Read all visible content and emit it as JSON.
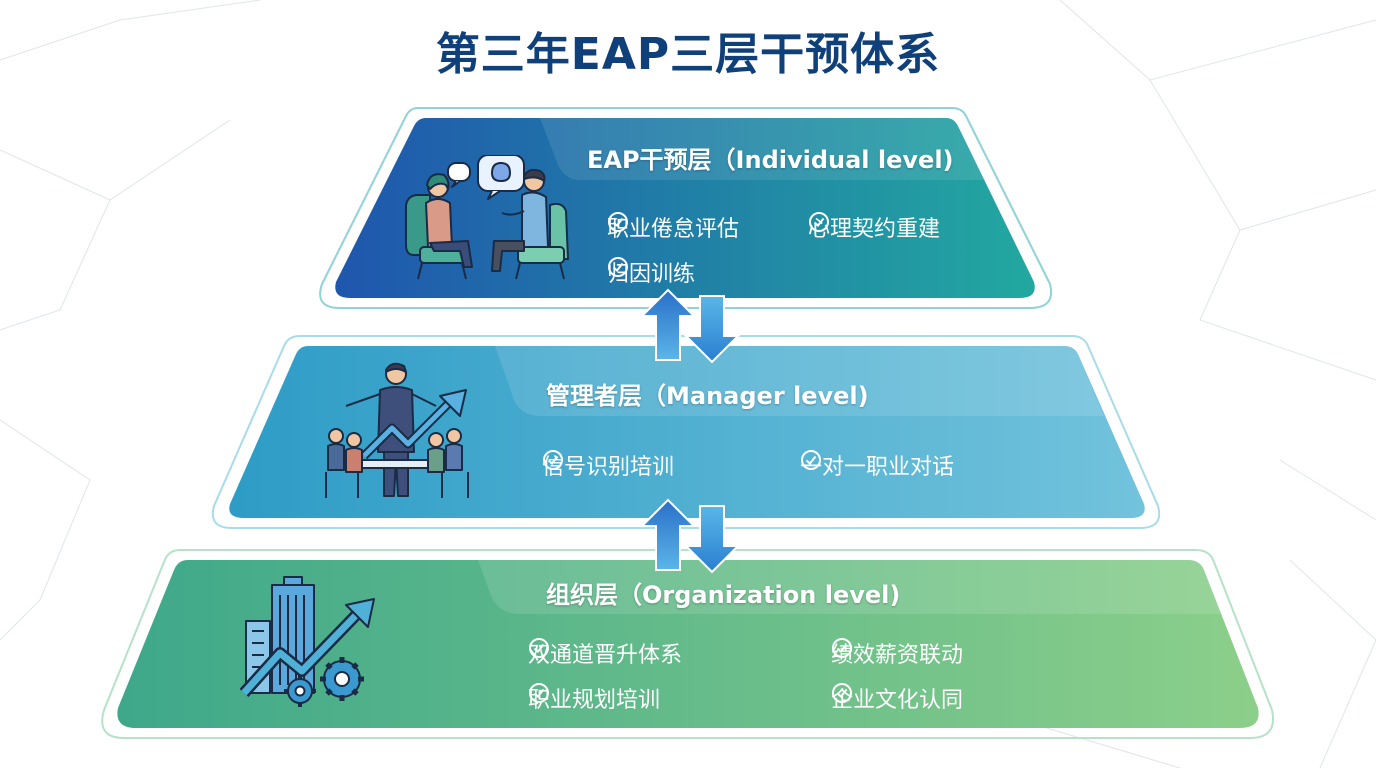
{
  "title": "第三年EAP三层干预体系",
  "layers": [
    {
      "title": "EAP干预层（Individual level)",
      "items": [
        "职业倦怠评估",
        "心理契约重建",
        "归因训练"
      ],
      "icon": "counseling-icon"
    },
    {
      "title": "管理者层（Manager level)",
      "items": [
        "信号识别培训",
        "一对一职业对话"
      ],
      "icon": "manager-meeting-icon"
    },
    {
      "title": "组织层（Organization level)",
      "items": [
        "双通道晋升体系",
        "绩效薪资联动",
        "职业规划培训",
        "企业文化认同"
      ],
      "icon": "organization-growth-icon"
    }
  ],
  "colors": {
    "title": "#10407a",
    "top_start": "#1f56ad",
    "top_end": "#22a8a0",
    "mid_start": "#2e9cc6",
    "mid_end": "#72c3dc",
    "bottom_start": "#3ea88a",
    "bottom_end": "#8ccf8a",
    "arrow": "#2a7fd0"
  }
}
